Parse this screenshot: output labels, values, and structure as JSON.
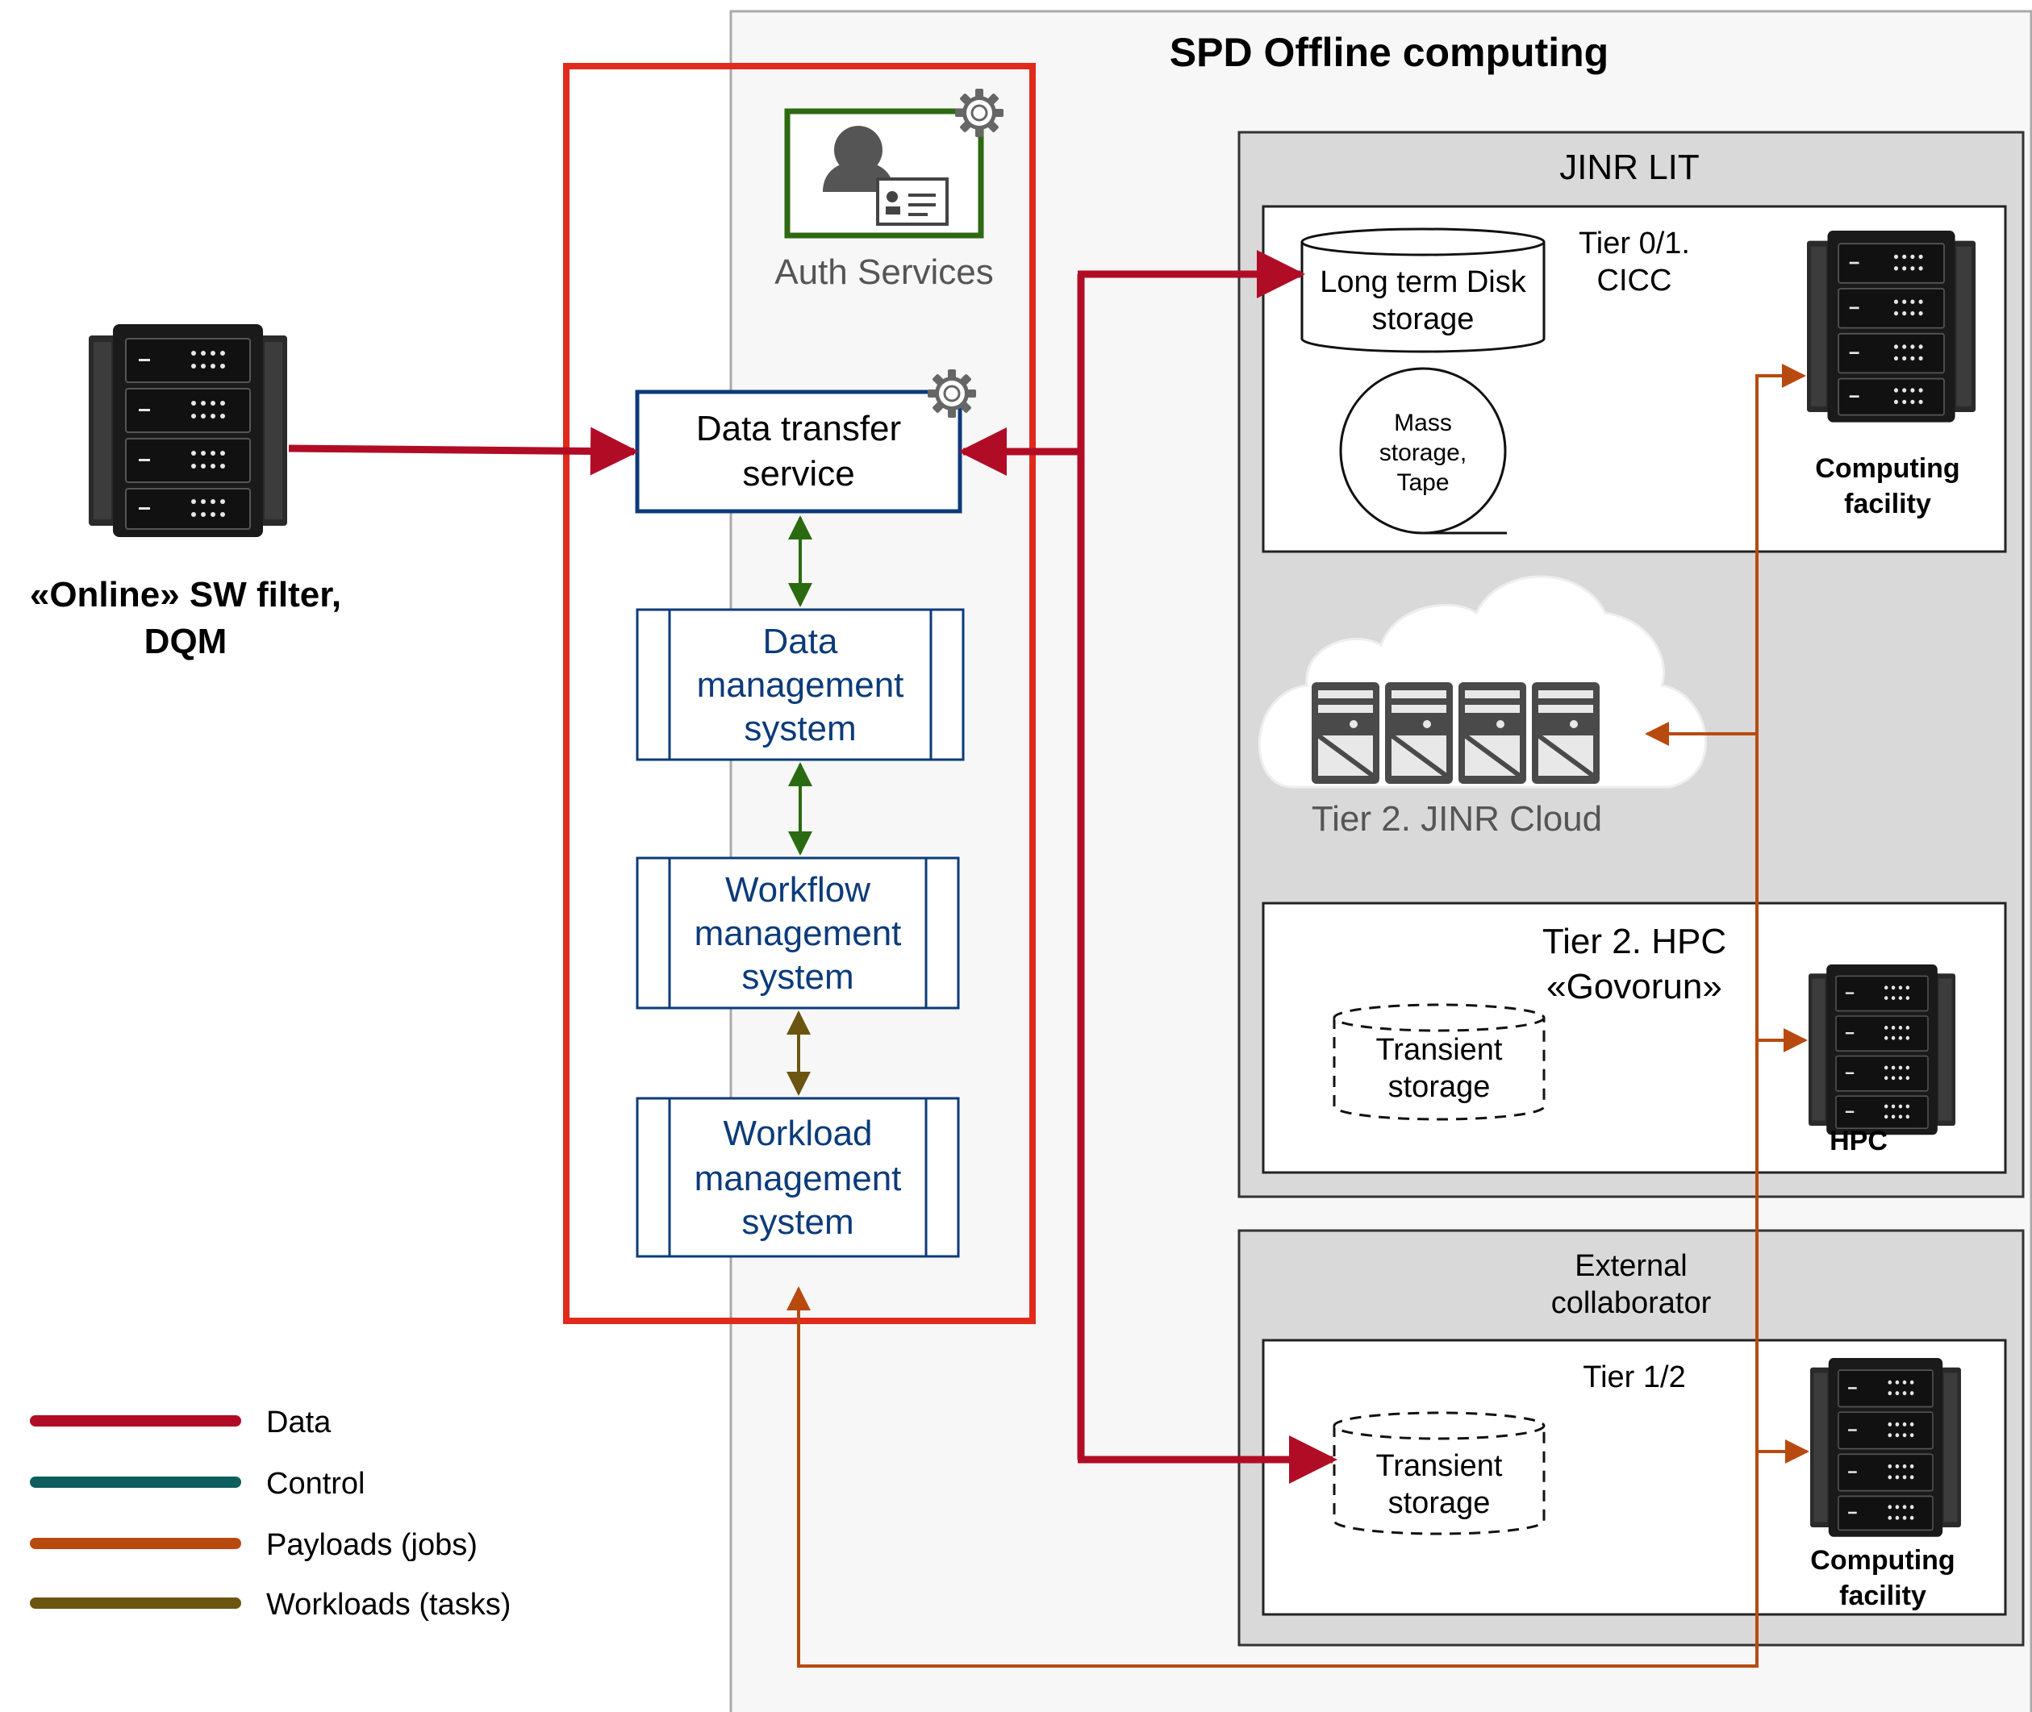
{
  "title": "SPD Offline computing",
  "online": {
    "line1": "«Online» SW filter,",
    "line2": "DQM"
  },
  "auth": {
    "label": "Auth Services"
  },
  "services": {
    "data_transfer": {
      "line1": "Data transfer",
      "line2": "service"
    },
    "data_management": {
      "line1": "Data",
      "line2": "management",
      "line3": "system"
    },
    "workflow_management": {
      "line1": "Workflow",
      "line2": "management",
      "line3": "system"
    },
    "workload_management": {
      "line1": "Workload",
      "line2": "management",
      "line3": "system"
    }
  },
  "jinr": {
    "title": "JINR LIT",
    "tier01": {
      "label1": "Tier 0/1.",
      "label2": "CICC",
      "disk_line1": "Long term Disk",
      "disk_line2": "storage",
      "mass_line1": "Mass",
      "mass_line2": "storage,",
      "mass_line3": "Tape",
      "computing_line1": "Computing",
      "computing_line2": "facility"
    },
    "cloud": {
      "label": "Tier 2. JINR Cloud"
    },
    "hpc": {
      "label1": "Tier 2. HPC",
      "label2": "«Govorun»",
      "storage_line1": "Transient",
      "storage_line2": "storage",
      "server_label": "HPC"
    }
  },
  "external": {
    "title_line1": "External",
    "title_line2": "collaborator",
    "tier_label": "Tier 1/2",
    "storage_line1": "Transient",
    "storage_line2": "storage",
    "computing_line1": "Computing",
    "computing_line2": "facility"
  },
  "legend": [
    {
      "label": "Data",
      "color": "#b10c26"
    },
    {
      "label": "Control",
      "color": "#0f5e5e"
    },
    {
      "label": "Payloads (jobs)",
      "color": "#b84a10"
    },
    {
      "label": "Workloads (tasks)",
      "color": "#6b5510"
    }
  ],
  "colors": {
    "data": "#b10c26",
    "control_green": "#2a6a10",
    "payload": "#b84a10",
    "workload": "#6b5510",
    "offline_border": "#e02a1b",
    "service_border": "#0c3b7a",
    "auth_border": "#2d6a12"
  }
}
